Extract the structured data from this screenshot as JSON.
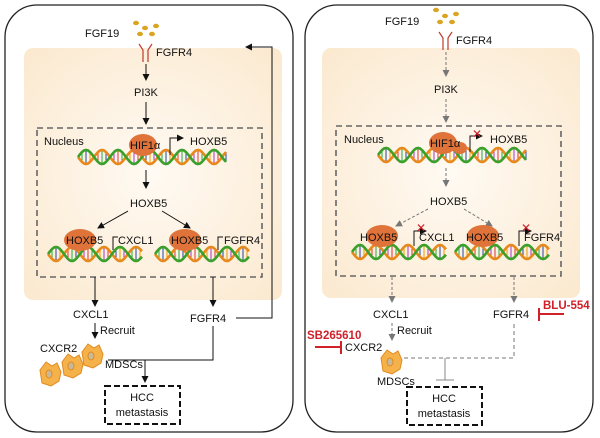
{
  "colors": {
    "cell": "#fdf1e0",
    "protein": "#e0733a",
    "ligand": "#d9a520",
    "receptor": "#c0392b",
    "inhibitor": "#d0202a",
    "dashed": "#666666"
  },
  "left": {
    "ligand": "FGF19",
    "receptor": "FGFR4",
    "kinase": "PI3K",
    "nucleus": "Nucleus",
    "tf": "HIF1α",
    "gene_hoxb5": "HOXB5",
    "protein_hoxb5": "HOXB5",
    "bound1": "HOXB5",
    "gene1": "CXCL1",
    "bound2": "HOXB5",
    "gene2": "FGFR4",
    "cxcl1": "CXCL1",
    "recruit": "Recruit",
    "cxcr2": "CXCR2",
    "mdscs": "MDSCs",
    "fgfr4": "FGFR4",
    "outcome_line1": "HCC",
    "outcome_line2": "metastasis"
  },
  "right": {
    "ligand": "FGF19",
    "receptor": "FGFR4",
    "kinase": "PI3K",
    "nucleus": "Nucleus",
    "tf": "HIF1α",
    "gene_hoxb5": "HOXB5",
    "protein_hoxb5": "HOXB5",
    "bound1": "HOXB5",
    "gene1": "CXCL1",
    "bound2": "HOXB5",
    "gene2": "FGFR4",
    "cxcl1": "CXCL1",
    "recruit": "Recruit",
    "cxcr2": "CXCR2",
    "mdscs": "MDSCs",
    "fgfr4": "FGFR4",
    "inhibitor_fgfr4": "BLU-554",
    "inhibitor_cxcr2": "SB265610",
    "outcome_line1": "HCC",
    "outcome_line2": "metastasis"
  }
}
